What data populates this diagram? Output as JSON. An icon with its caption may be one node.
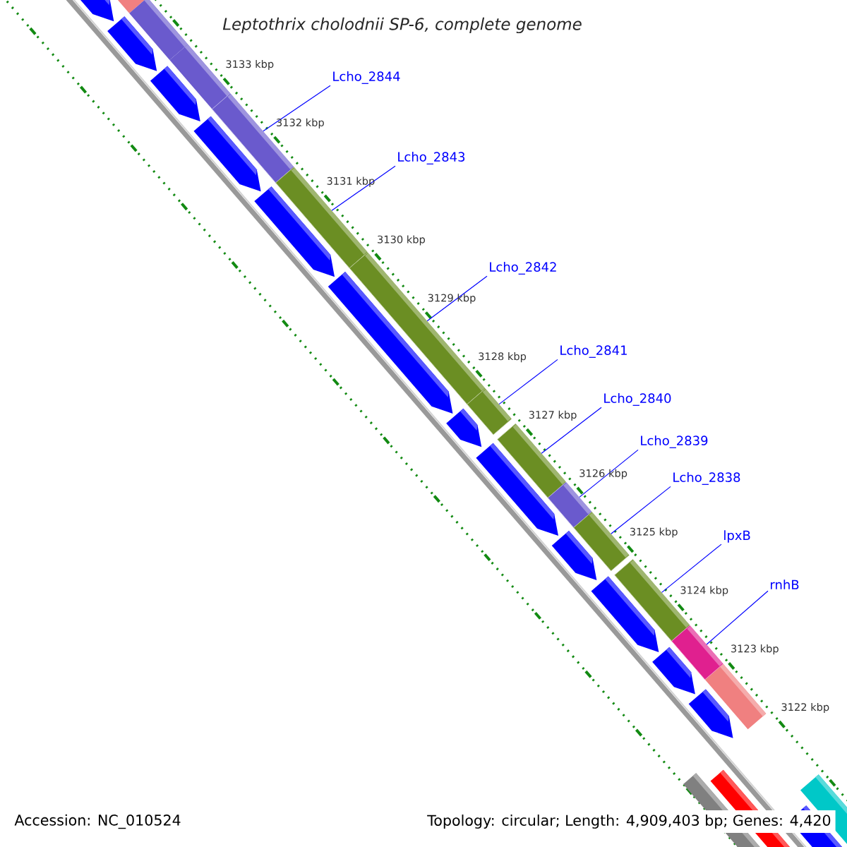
{
  "diagram": {
    "title": "Leptothrix cholodnii SP-6, complete genome",
    "nodes": [
      {
        "text": [
          "Lcho_2844"
        ]
      },
      {
        "text": [],
        "shape": "bar"
      },
      {
        "text": [
          "Lcho_2843"
        ]
      },
      {
        "text": [],
        "shape": "bar"
      },
      {
        "text": [
          "Lcho_2842"
        ]
      },
      {
        "text": [],
        "shape": "bar"
      },
      {
        "text": [
          "Lcho_2841"
        ]
      },
      {
        "text": [],
        "shape": "bar"
      },
      {
        "text": [
          "Lcho_2840"
        ]
      },
      {
        "text": [],
        "shape": "bar"
      },
      {
        "text": [
          "Lcho_2839"
        ]
      },
      {
        "text": [],
        "shape": "bar"
      },
      {
        "text": [
          "Lcho_2838"
        ]
      },
      {
        "text": [],
        "shape": "bar"
      },
      {
        "text": [
          "lpxB"
        ]
      },
      {
        "text": [],
        "shape": "bar"
      },
      {
        "text": [
          "rnhB"
        ]
      },
      {
        "text": [],
        "shape": "bar"
      }
    ],
    "edges": [
      {
        "from": 0,
        "to": 1,
        "arrow": "none"
      },
      {
        "from": 2,
        "to": 3,
        "arrow": "none"
      },
      {
        "from": 4,
        "to": 5,
        "arrow": "none"
      },
      {
        "from": 6,
        "to": 7,
        "arrow": "none"
      },
      {
        "from": 8,
        "to": 9,
        "arrow": "none"
      },
      {
        "from": 10,
        "to": 11,
        "arrow": "none"
      },
      {
        "from": 12,
        "to": 13,
        "arrow": "none"
      },
      {
        "from": 14,
        "to": 15,
        "arrow": "none"
      },
      {
        "from": 16,
        "to": 17,
        "arrow": "none"
      }
    ],
    "labels": [
      "3133 kbp",
      "3132 kbp",
      "3131 kbp",
      "3130 kbp",
      "3129 kbp",
      "3128 kbp",
      "3127 kbp",
      "3126 kbp",
      "3125 kbp",
      "3124 kbp",
      "3123 kbp",
      "3122 kbp",
      "Accession: NC_010524",
      "Topology: circular; Length: 4,909,403 bp; Genes: 4,420"
    ]
  }
}
